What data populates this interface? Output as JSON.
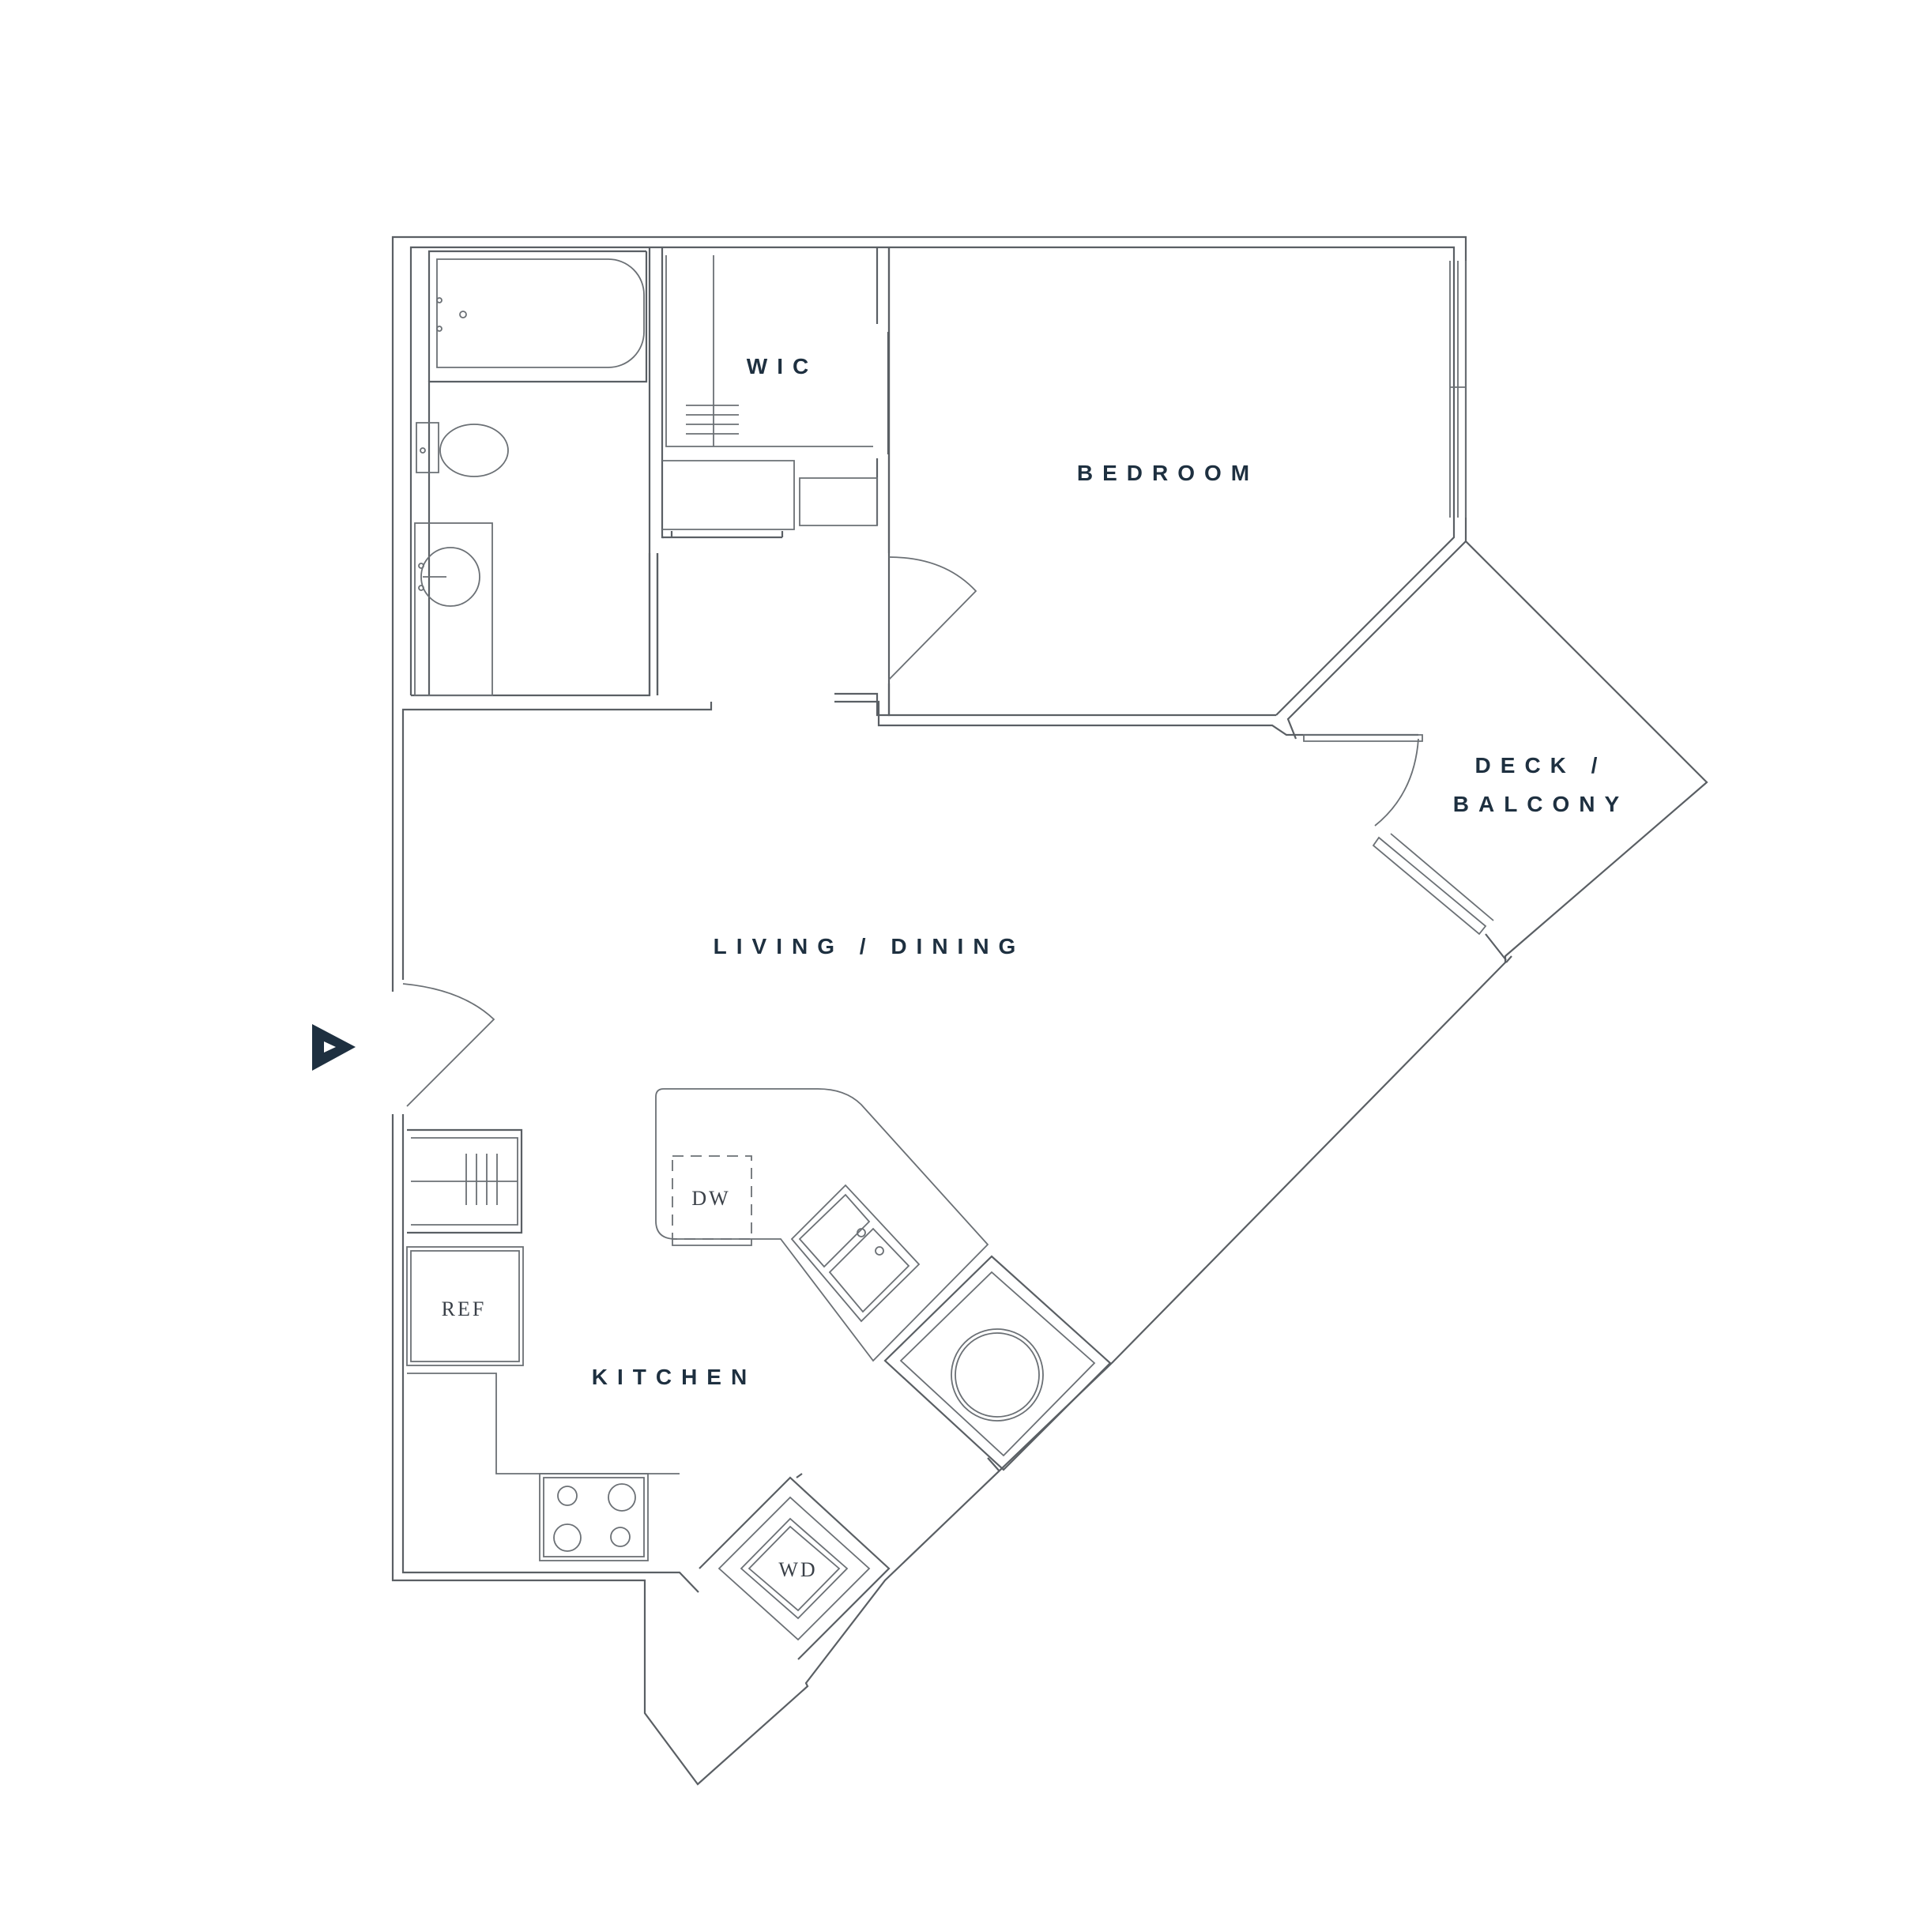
{
  "plan": {
    "rooms": {
      "wic": "WIC",
      "bedroom": "BEDROOM",
      "deck_line1": "DECK /",
      "deck_line2": "BALCONY",
      "living": "LIVING / DINING",
      "kitchen": "KITCHEN"
    },
    "fixtures": {
      "dishwasher": "DW",
      "refrigerator": "REF",
      "washer_dryer": "WD"
    },
    "colors": {
      "wall": "#5a5f64",
      "label": "#1e3040",
      "entry_marker": "#1e3040"
    },
    "icons": {
      "entry": "entry-arrow-icon"
    }
  }
}
